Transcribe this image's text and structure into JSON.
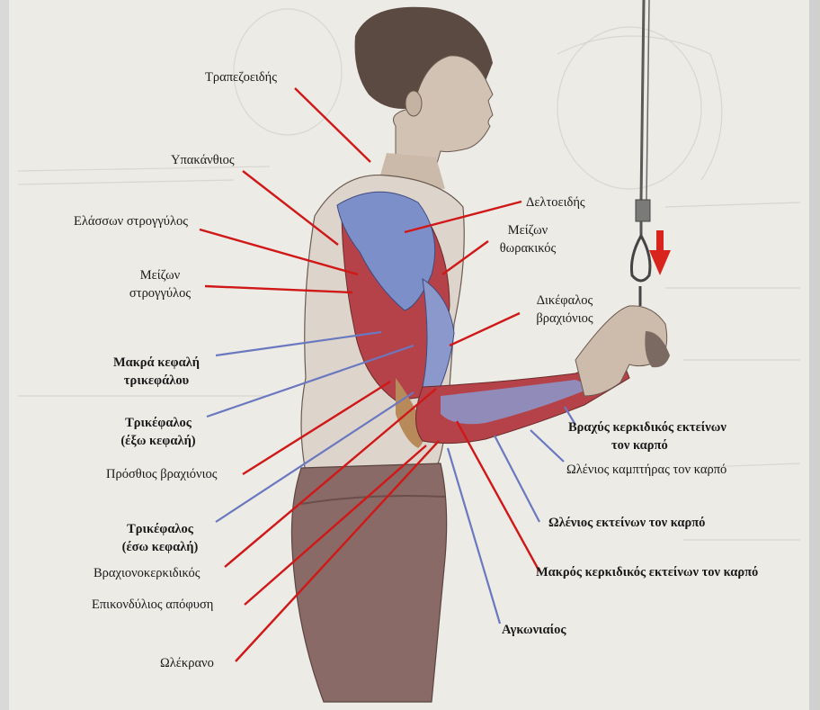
{
  "labels": {
    "trapezius": "Τραπεζοειδής",
    "infraspinatus": "Υπακάνθιος",
    "teres_minor": "Ελάσσων στρογγύλος",
    "teres_major_1": "Μείζων",
    "teres_major_2": "στρογγύλος",
    "triceps_long_1": "Μακρά κεφαλή",
    "triceps_long_2": "τρικεφάλου",
    "triceps_lateral_1": "Τρικέφαλος",
    "triceps_lateral_2": "(έξω κεφαλή)",
    "anterior_brachialis": "Πρόσθιος βραχιόνιος",
    "triceps_medial_1": "Τρικέφαλος",
    "triceps_medial_2": "(έσω κεφαλή)",
    "brachioradialis": "Βραχιονοκερκιδικός",
    "epicondyle": "Επικονδύλιος απόφυση",
    "olecranon": "Ωλέκρανο",
    "deltoid": "Δελτοειδής",
    "pectoralis_1": "Μείζων",
    "pectoralis_2": "θωρακικός",
    "biceps_1": "Δικέφαλος",
    "biceps_2": "βραχιόνιος",
    "ecr_brevis_1": "Βραχύς κερκιδικός εκτείνων",
    "ecr_brevis_2": "τον καρπό",
    "fcu": "Ωλένιος καμπτήρας τον καρπό",
    "ecu": "Ωλένιος εκτείνων τον καρπό",
    "ecr_longus": "Μακρός κερκιδικός εκτείνων τον καρπό",
    "anconeus": "Αγκωνιαίος"
  },
  "colors": {
    "red_pointer": "#d01818",
    "blue_pointer": "#6a78c0",
    "paper": "#ecebe6",
    "muscle_red": "#b54248",
    "muscle_blue": "#7d8fc8",
    "skin": "#c9b8a8",
    "shorts": "#8a6a66"
  },
  "icons": {
    "pull_direction": "down-arrow-icon"
  }
}
